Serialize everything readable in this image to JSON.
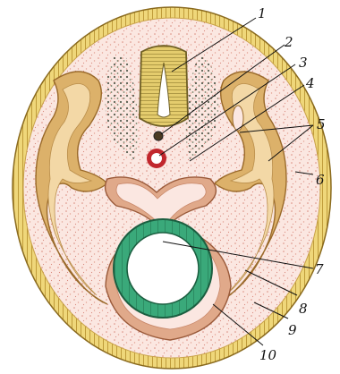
{
  "labels": {
    "l1": "1",
    "l2": "2",
    "l3": "3",
    "l4": "4",
    "l5": "5",
    "l6": "6",
    "l7": "7",
    "l8": "8",
    "l9": "9",
    "l10": "10"
  },
  "colors": {
    "background": "#ffffff",
    "ectoderm": "#e9cf6a",
    "ectoderm_stripe": "#b7902a",
    "mesenchyme": "#fbe6e0",
    "mesenchyme_dots": "#d7877a",
    "neural_tube": "#b7a54a",
    "notochord": "#c1272d",
    "somite": "#d9b36a",
    "endoderm": "#2f9e6f",
    "leader_line": "#111111"
  }
}
